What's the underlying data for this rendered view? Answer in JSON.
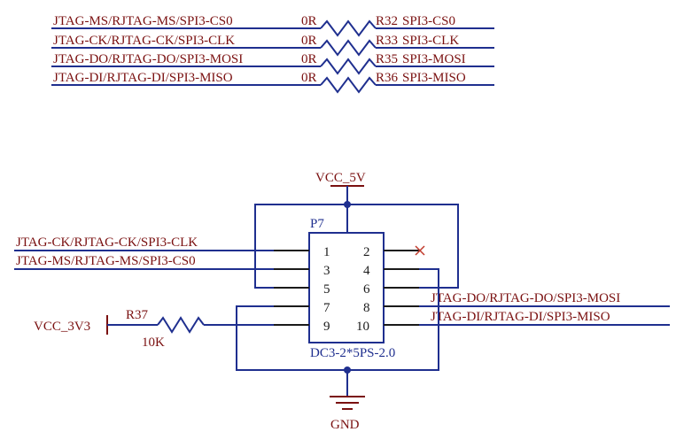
{
  "series_resistors": [
    {
      "net_in": "JTAG-MS/RJTAG-MS/SPI3-CS0",
      "value": "0R",
      "ref": "R32",
      "net_out": "SPI3-CS0"
    },
    {
      "net_in": "JTAG-CK/RJTAG-CK/SPI3-CLK",
      "value": "0R",
      "ref": "R33",
      "net_out": "SPI3-CLK"
    },
    {
      "net_in": "JTAG-DO/RJTAG-DO/SPI3-MOSI",
      "value": "0R",
      "ref": "R35",
      "net_out": "SPI3-MOSI"
    },
    {
      "net_in": "JTAG-DI/RJTAG-DI/SPI3-MISO",
      "value": "0R",
      "ref": "R36",
      "net_out": "SPI3-MISO"
    }
  ],
  "connector": {
    "ref": "P7",
    "footprint": "DC3-2*5PS-2.0",
    "pins_left": [
      "1",
      "3",
      "5",
      "7",
      "9"
    ],
    "pins_right": [
      "2",
      "4",
      "6",
      "8",
      "10"
    ]
  },
  "nets": {
    "left_top": "JTAG-CK/RJTAG-CK/SPI3-CLK",
    "left_second": "JTAG-MS/RJTAG-MS/SPI3-CS0",
    "right_first": "JTAG-DO/RJTAG-DO/SPI3-MOSI",
    "right_second": "JTAG-DI/RJTAG-DI/SPI3-MISO"
  },
  "pullup": {
    "ref": "R37",
    "value": "10K"
  },
  "power": {
    "vcc5": "VCC_5V",
    "vcc3": "VCC_3V3",
    "gnd": "GND"
  },
  "colors": {
    "wire": "#1f2f8f",
    "label": "#7a1010",
    "no_connect": "#c0392b"
  }
}
